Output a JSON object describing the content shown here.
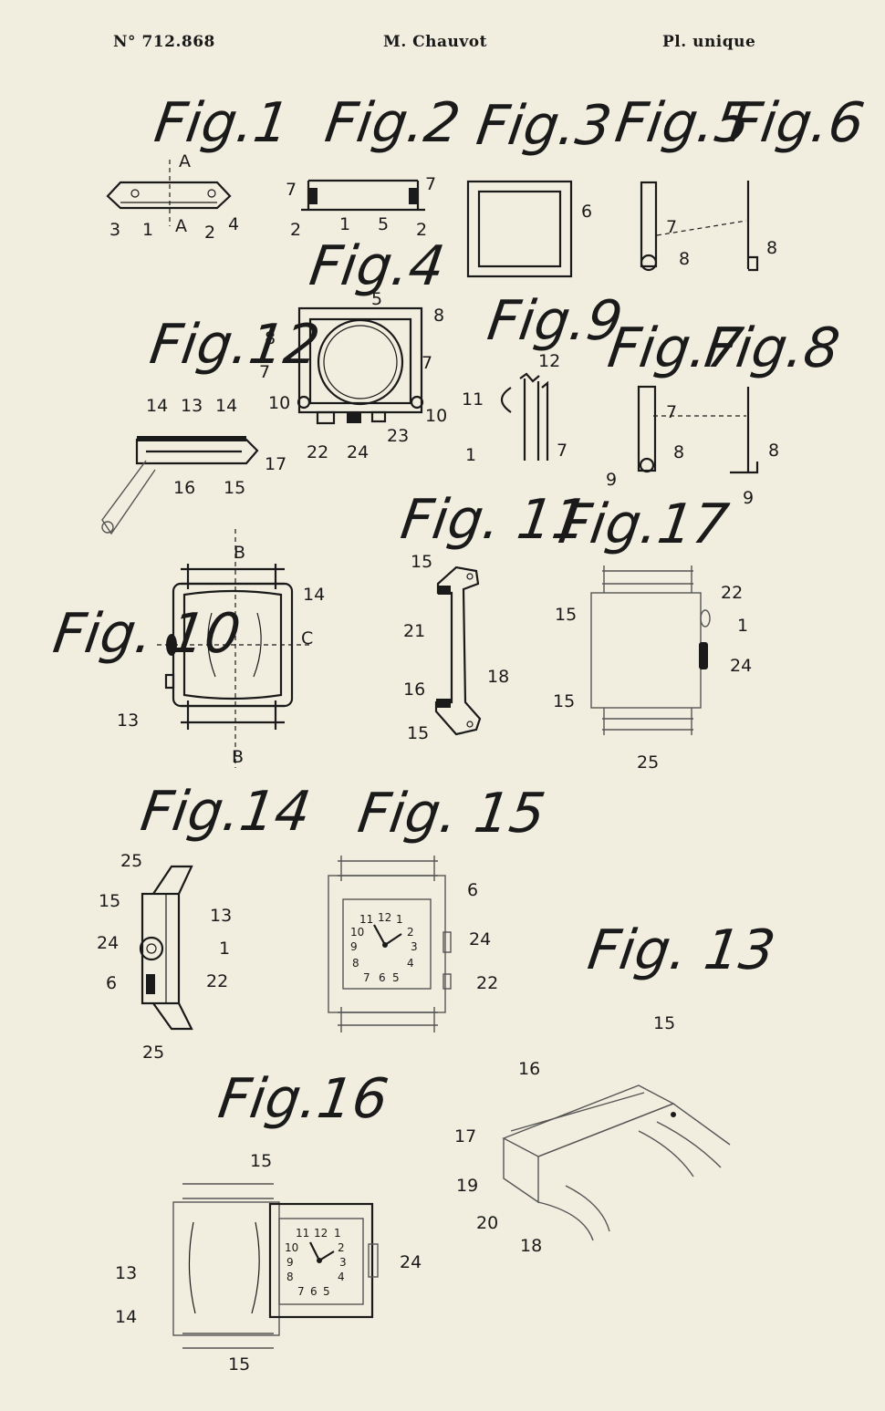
{
  "header": {
    "number": "N° 712.868",
    "author": "M. Chauvot",
    "plate": "Pl. unique"
  },
  "figures": {
    "fig1": "Fig.1",
    "fig2": "Fig.2",
    "fig3": "Fig.3",
    "fig4": "Fig.4",
    "fig5": "Fig.5",
    "fig6": "Fig.6",
    "fig7": "Fig.7",
    "fig8": "Fig.8",
    "fig9": "Fig.9",
    "fig10": "Fig. 10",
    "fig11": "Fig. 11",
    "fig12": "Fig.12",
    "fig13": "Fig. 13",
    "fig14": "Fig.14",
    "fig15": "Fig. 15",
    "fig16": "Fig.16",
    "fig17": "Fig.17"
  },
  "section_letters": {
    "a": "A",
    "b": "B",
    "c": "C"
  },
  "refs": {
    "r1": "1",
    "r2": "2",
    "r3": "3",
    "r4": "4",
    "r5": "5",
    "r6": "6",
    "r7": "7",
    "r8": "8",
    "r9": "9",
    "r10": "10",
    "r11": "11",
    "r12": "12",
    "r13": "13",
    "r14": "14",
    "r15": "15",
    "r16": "16",
    "r17": "17",
    "r18": "18",
    "r19": "19",
    "r20": "20",
    "r21": "21",
    "r22": "22",
    "r23": "23",
    "r24": "24",
    "r25": "25"
  },
  "dial_numerals": [
    "12",
    "1",
    "2",
    "3",
    "4",
    "5",
    "6",
    "7",
    "8",
    "9",
    "10",
    "11"
  ]
}
